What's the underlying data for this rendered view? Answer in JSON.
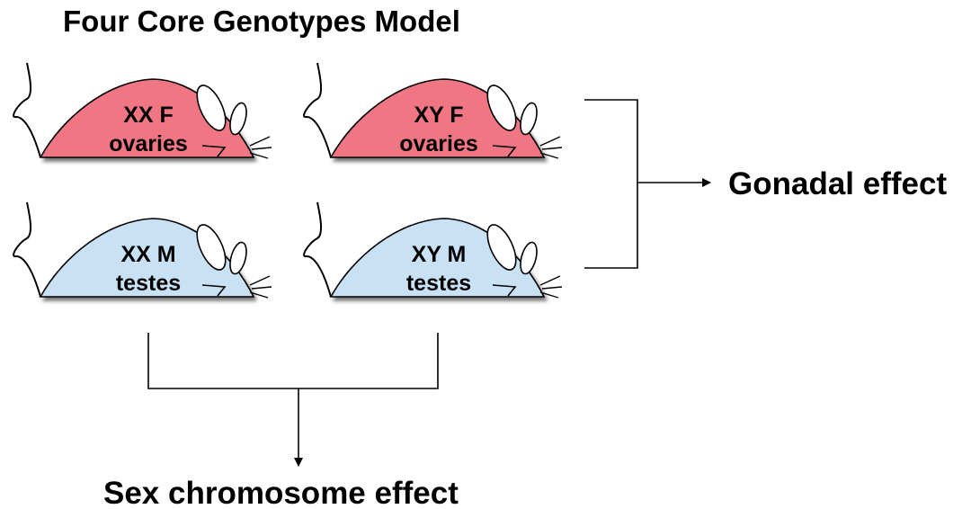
{
  "title": "Four Core Genotypes Model",
  "mice": [
    {
      "genotype": "XX F",
      "gonad": "ovaries",
      "color": "#f07683"
    },
    {
      "genotype": "XY F",
      "gonad": "ovaries",
      "color": "#f07683"
    },
    {
      "genotype": "XX M",
      "gonad": "testes",
      "color": "#c9e1f5"
    },
    {
      "genotype": "XY M",
      "gonad": "testes",
      "color": "#c9e1f5"
    }
  ],
  "effects": {
    "gonadal": "Gonadal effect",
    "sex_chromosome": "Sex chromosome effect"
  }
}
